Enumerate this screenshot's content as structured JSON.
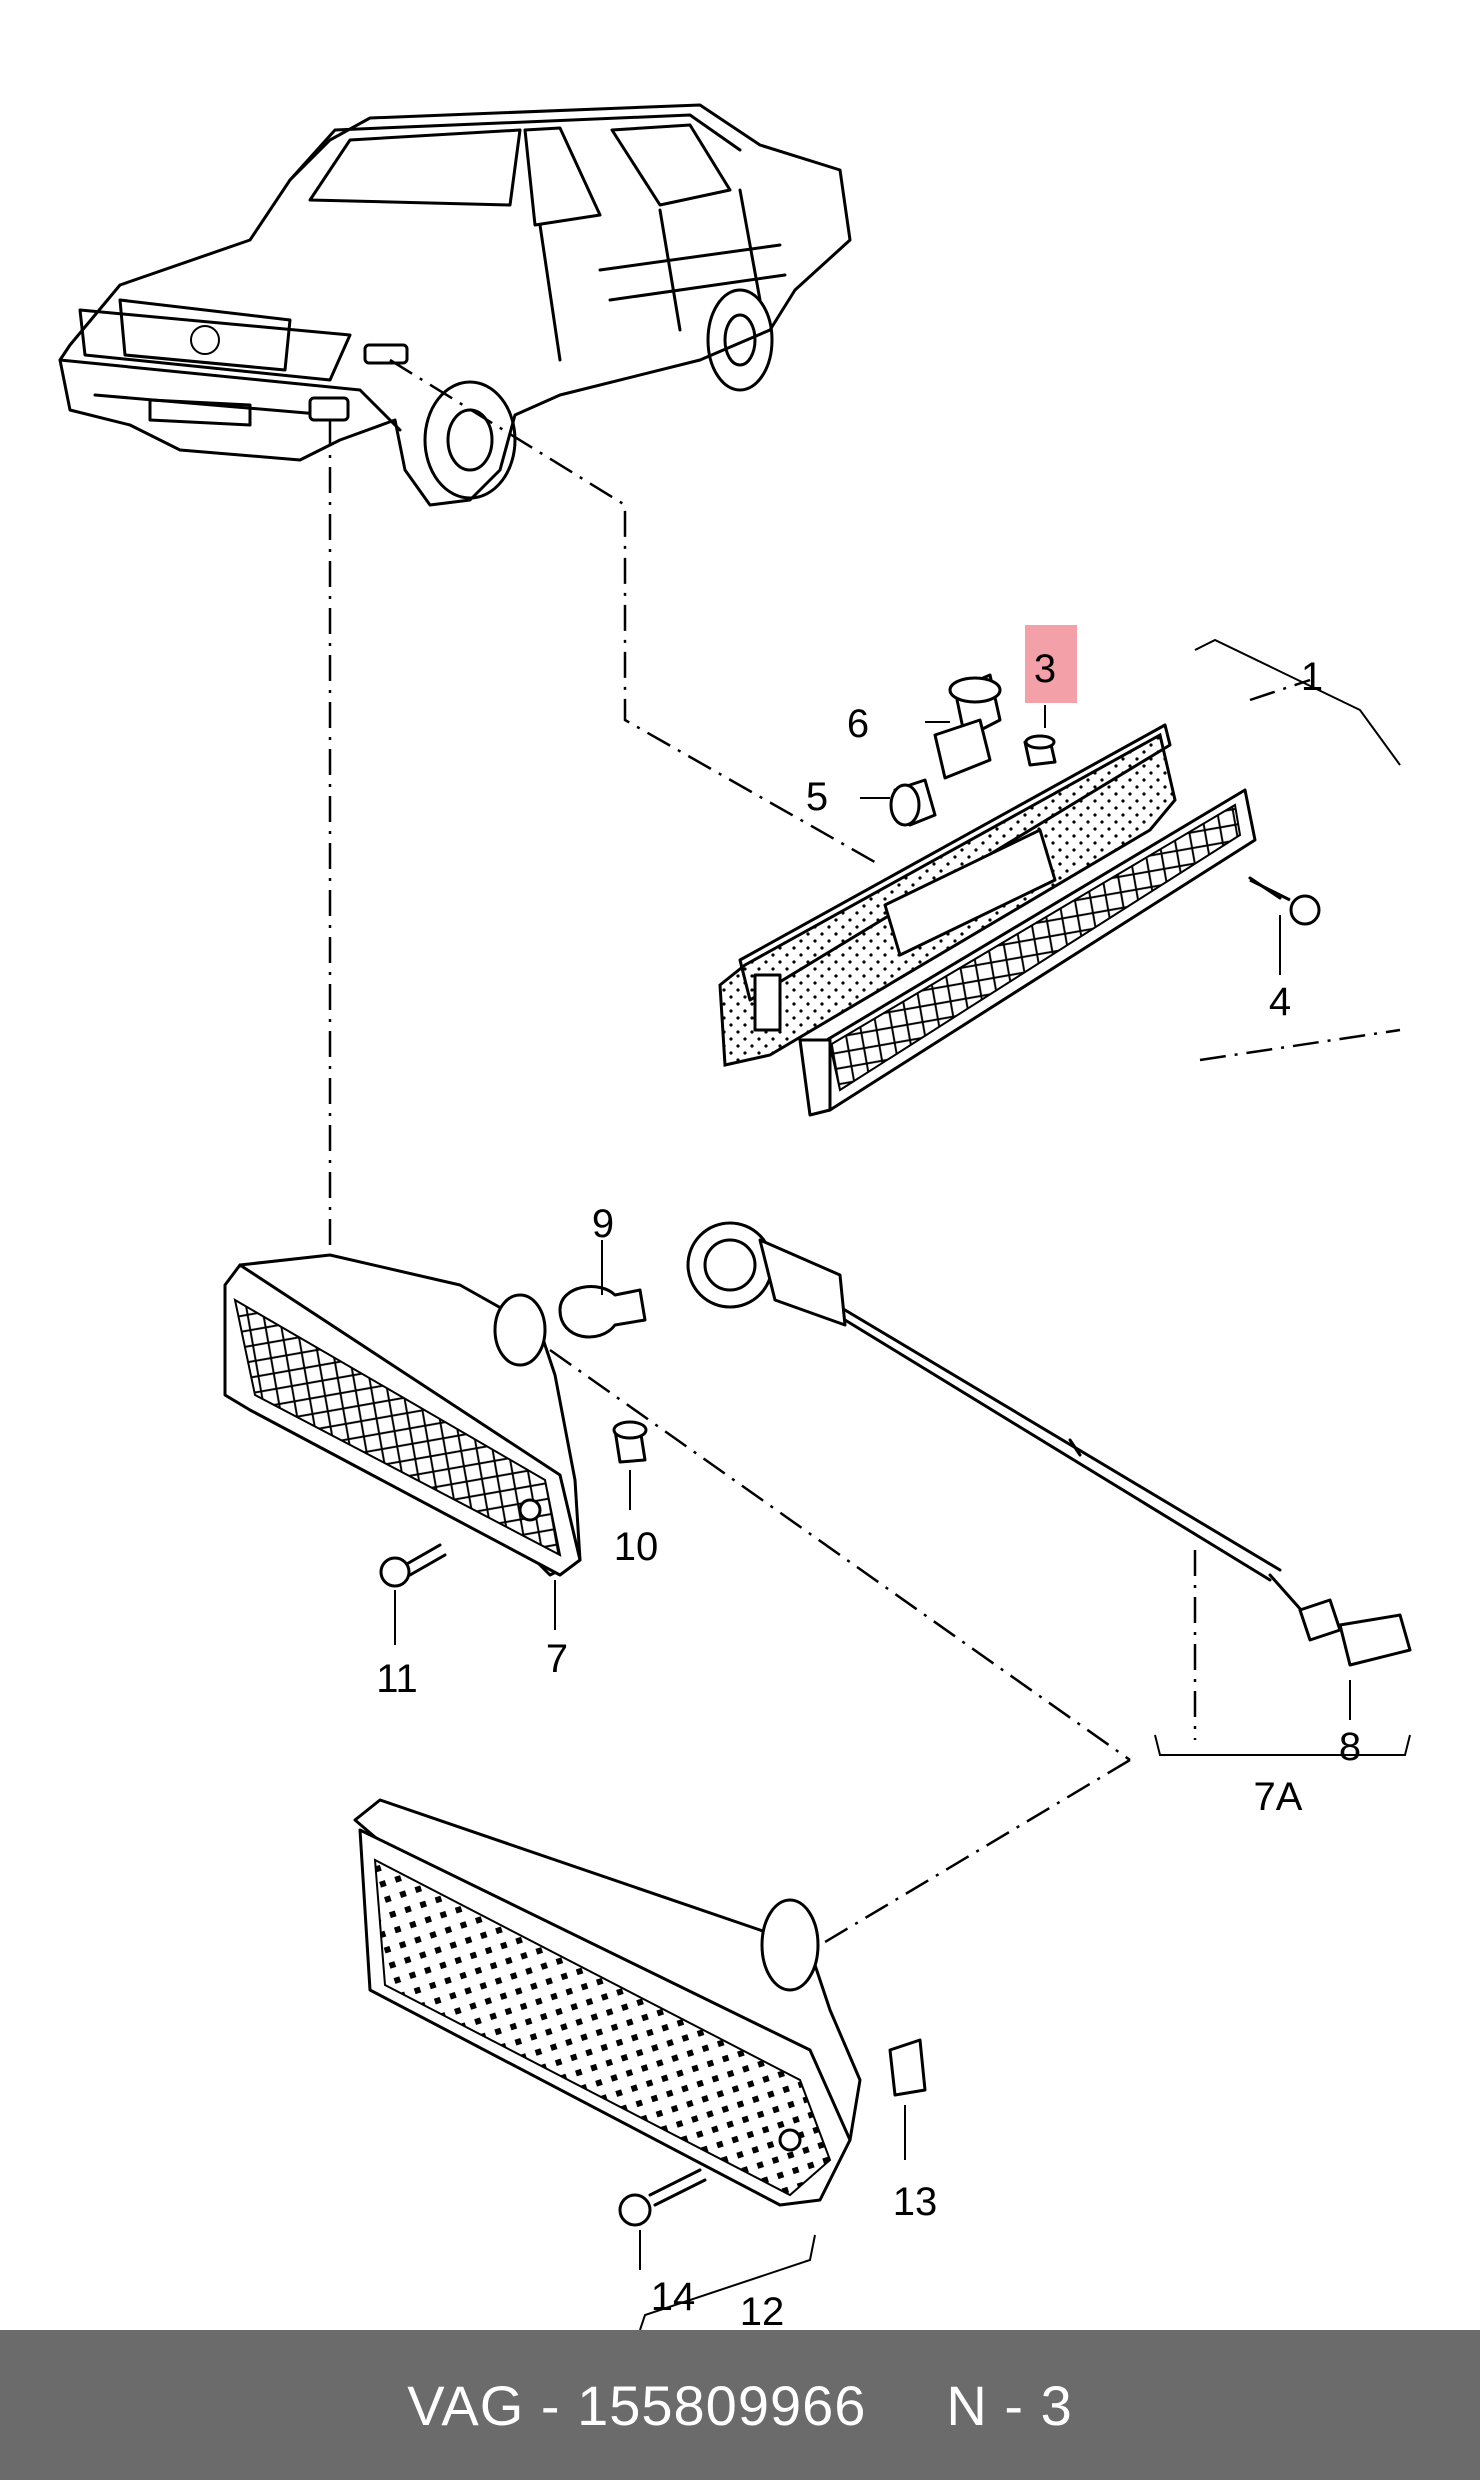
{
  "labels": {
    "1": "1",
    "3": "3",
    "4": "4",
    "5": "5",
    "6": "6",
    "7": "7",
    "7A": "7A",
    "8": "8",
    "9": "9",
    "10": "10",
    "11": "11",
    "12": "12",
    "13": "13",
    "14": "14"
  },
  "highlight": {
    "label": "3",
    "color": "#f4a0a8"
  },
  "footer": {
    "part_number": "VAG - 155809966",
    "page_ref": "N - 3",
    "background": "#6b6b6b"
  }
}
